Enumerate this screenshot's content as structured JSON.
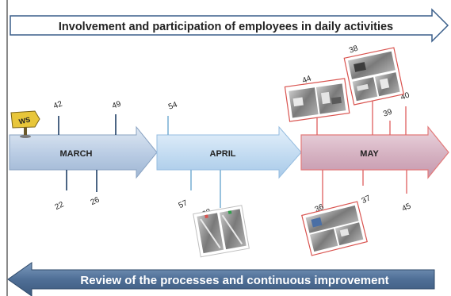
{
  "top_banner": {
    "text": "Involvement and participation of employees in daily activities"
  },
  "bottom_banner": {
    "text": "Review of the processes and continuous improvement"
  },
  "signpost": {
    "text": "WS"
  },
  "months": [
    {
      "label": "MARCH",
      "color": "#c4d4e8"
    },
    {
      "label": "APRIL",
      "color": "#c9def2"
    },
    {
      "label": "MAY",
      "color": "#d9b8c6"
    }
  ],
  "markers": [
    {
      "id": "42",
      "label": "42"
    },
    {
      "id": "49",
      "label": "49"
    },
    {
      "id": "22",
      "label": "22"
    },
    {
      "id": "26",
      "label": "26"
    },
    {
      "id": "54",
      "label": "54"
    },
    {
      "id": "57",
      "label": "57"
    },
    {
      "id": "33",
      "label": "33"
    },
    {
      "id": "44",
      "label": "44"
    },
    {
      "id": "38",
      "label": "38"
    },
    {
      "id": "39",
      "label": "39"
    },
    {
      "id": "40",
      "label": "40"
    },
    {
      "id": "36",
      "label": "36"
    },
    {
      "id": "37",
      "label": "37"
    },
    {
      "id": "45",
      "label": "45"
    }
  ],
  "colors": {
    "march_line": "#1f3f66",
    "april_line": "#7fb2d6",
    "may_line": "#e06a6a",
    "bottom_banner": "#4f6f96",
    "frame": "#8a8a8a"
  }
}
